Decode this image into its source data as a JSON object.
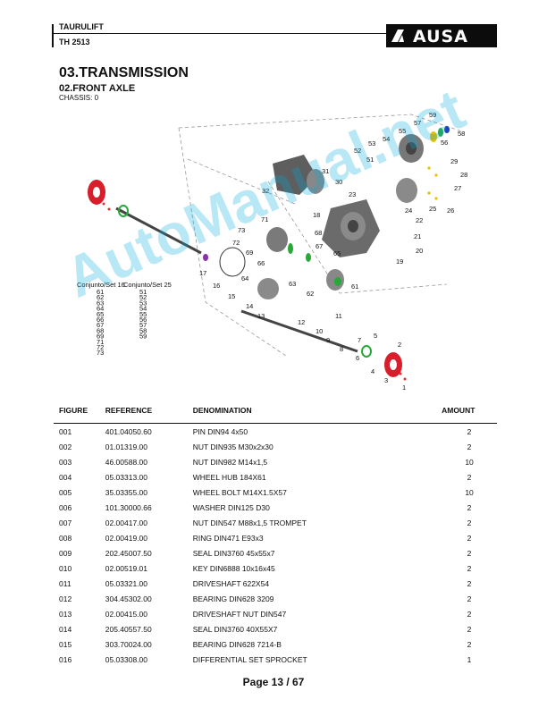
{
  "header": {
    "model": "TAURULIFT",
    "submodel": "TH 2513",
    "brand": "AUSA"
  },
  "section": {
    "title": "03.TRANSMISSION",
    "subtitle": "02.FRONT AXLE",
    "chassis": "CHASSIS: 0"
  },
  "watermark": "AutoManual.net",
  "diagram": {
    "set_legend": {
      "set16_title": "Conjunto/Set 16",
      "set25_title": "Conjunto/Set 25",
      "set16_items": [
        "61",
        "62",
        "63",
        "64",
        "65",
        "66",
        "67",
        "68",
        "69",
        "71",
        "72",
        "73"
      ],
      "set25_items": [
        "51",
        "52",
        "53",
        "54",
        "55",
        "56",
        "57",
        "58",
        "59"
      ],
      "set16_color": "#e03030",
      "set25_color": "#20b0d8"
    },
    "callouts": [
      "1",
      "2",
      "3",
      "4",
      "5",
      "6",
      "7",
      "8",
      "9",
      "10",
      "11",
      "12",
      "13",
      "14",
      "15",
      "16",
      "17",
      "18",
      "19",
      "20",
      "21",
      "22",
      "23",
      "24",
      "25",
      "26",
      "27",
      "28",
      "29",
      "30",
      "31",
      "32",
      "51",
      "52",
      "53",
      "54",
      "55",
      "56",
      "57",
      "58",
      "59",
      "61",
      "62",
      "63",
      "64",
      "65",
      "66",
      "67",
      "68",
      "69",
      "71",
      "72",
      "73"
    ]
  },
  "table": {
    "headers": {
      "figure": "FIGURE",
      "reference": "REFERENCE",
      "denomination": "DENOMINATION",
      "amount": "AMOUNT"
    },
    "rows": [
      {
        "figure": "001",
        "reference": "401.04050.60",
        "denomination": "PIN DIN94 4x50",
        "amount": "2"
      },
      {
        "figure": "002",
        "reference": "01.01319.00",
        "denomination": "NUT DIN935 M30x2x30",
        "amount": "2"
      },
      {
        "figure": "003",
        "reference": "46.00588.00",
        "denomination": "NUT DIN982 M14x1,5",
        "amount": "10"
      },
      {
        "figure": "004",
        "reference": "05.03313.00",
        "denomination": "WHEEL HUB 184X61",
        "amount": "2"
      },
      {
        "figure": "005",
        "reference": "35.03355.00",
        "denomination": "WHEEL BOLT M14X1.5X57",
        "amount": "10"
      },
      {
        "figure": "006",
        "reference": "101.30000.66",
        "denomination": "WASHER DIN125 D30",
        "amount": "2"
      },
      {
        "figure": "007",
        "reference": "02.00417.00",
        "denomination": "NUT DIN547 M88x1,5 TROMPET",
        "amount": "2"
      },
      {
        "figure": "008",
        "reference": "02.00419.00",
        "denomination": "RING DIN471 E93x3",
        "amount": "2"
      },
      {
        "figure": "009",
        "reference": "202.45007.50",
        "denomination": "SEAL DIN3760 45x55x7",
        "amount": "2"
      },
      {
        "figure": "010",
        "reference": "02.00519.01",
        "denomination": "KEY DIN6888 10x16x45",
        "amount": "2"
      },
      {
        "figure": "011",
        "reference": "05.03321.00",
        "denomination": "DRIVESHAFT 622X54",
        "amount": "2"
      },
      {
        "figure": "012",
        "reference": "304.45302.00",
        "denomination": "BEARING DIN628 3209",
        "amount": "2"
      },
      {
        "figure": "013",
        "reference": "02.00415.00",
        "denomination": "DRIVESHAFT NUT DIN547",
        "amount": "2"
      },
      {
        "figure": "014",
        "reference": "205.40557.50",
        "denomination": "SEAL DIN3760 40X55X7",
        "amount": "2"
      },
      {
        "figure": "015",
        "reference": "303.70024.00",
        "denomination": "BEARING DIN628 7214-B",
        "amount": "2"
      },
      {
        "figure": "016",
        "reference": "05.03308.00",
        "denomination": "DIFFERENTIAL SET SPROCKET",
        "amount": "1"
      }
    ]
  },
  "footer": {
    "page": "Page 13 / 67"
  }
}
